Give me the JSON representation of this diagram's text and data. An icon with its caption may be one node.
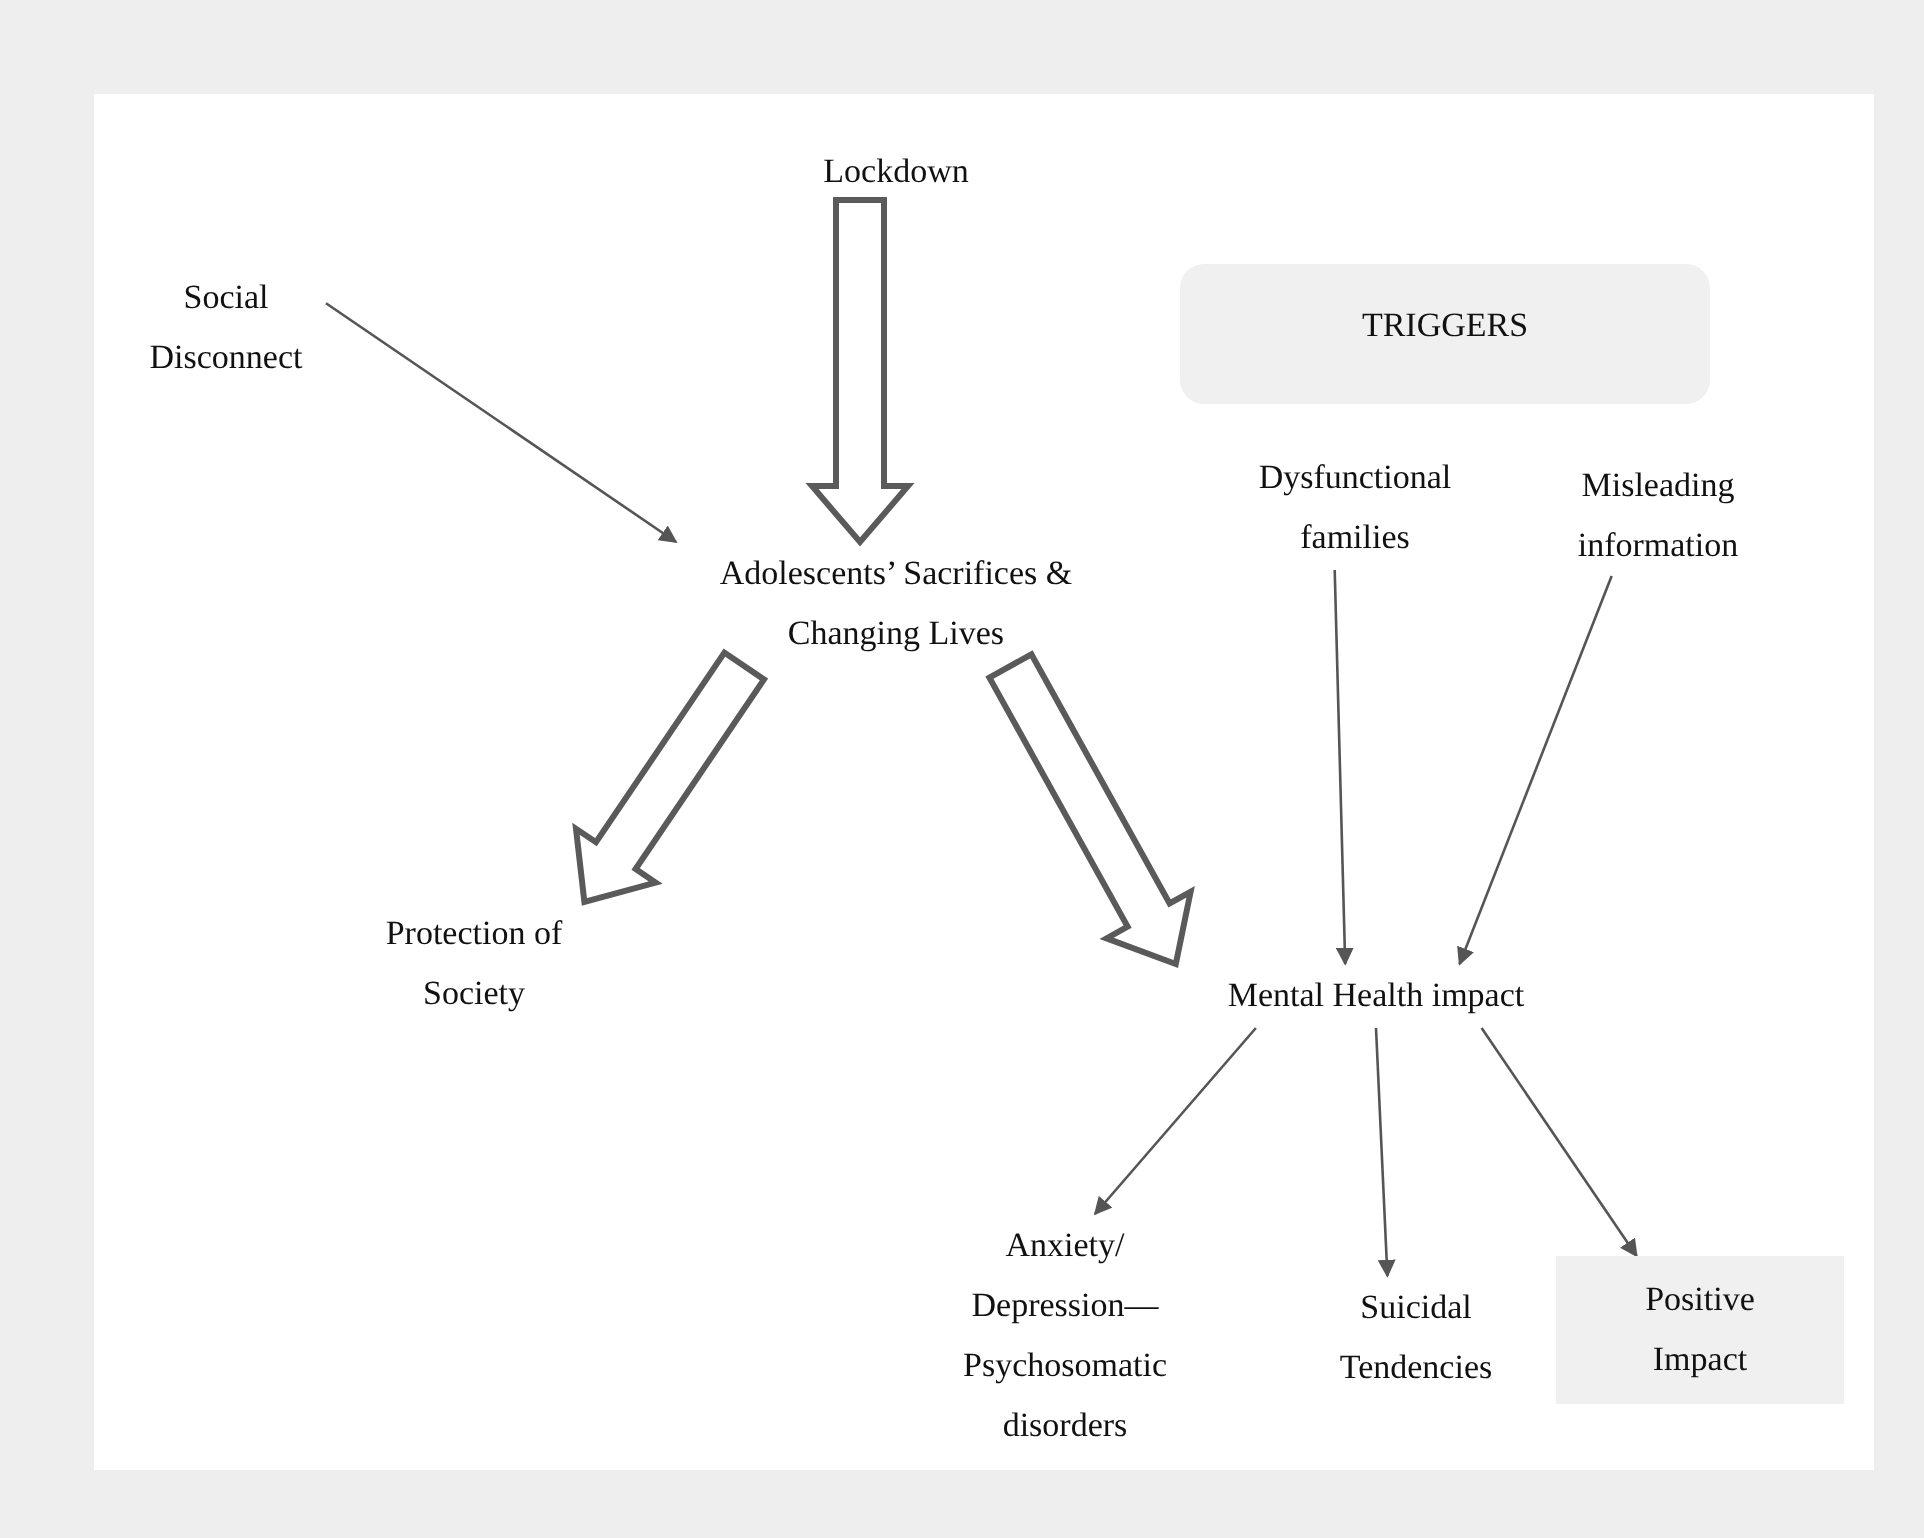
{
  "diagram": {
    "nodes": [
      {
        "text": [
          "Lockdown"
        ]
      },
      {
        "text": [
          "Social Disconnect"
        ]
      },
      {
        "text": [
          "TRIGGERS"
        ]
      },
      {
        "text": [
          "Dysfunctional families"
        ]
      },
      {
        "text": [
          "Misleading information"
        ]
      },
      {
        "text": [
          "Adolescents’ Sacrifices & Changing Lives"
        ]
      },
      {
        "text": [
          "Protection of Society"
        ]
      },
      {
        "text": [
          "Mental Health impact"
        ]
      },
      {
        "text": [
          "Anxiety/ Depression— Psychosomatic disorders"
        ]
      },
      {
        "text": [
          "Suicidal Tendencies"
        ]
      },
      {
        "text": [
          "Positive Impact"
        ]
      }
    ],
    "edges": [
      {
        "from": 0,
        "to": 5,
        "arrow": "to",
        "style": "thick"
      },
      {
        "from": 1,
        "to": 5,
        "arrow": "to"
      },
      {
        "from": 5,
        "to": 6,
        "arrow": "to",
        "style": "thick"
      },
      {
        "from": 5,
        "to": 7,
        "arrow": "to",
        "style": "thick"
      },
      {
        "from": 3,
        "to": 7,
        "arrow": "to"
      },
      {
        "from": 4,
        "to": 7,
        "arrow": "to"
      },
      {
        "from": 7,
        "to": 8,
        "arrow": "to"
      },
      {
        "from": 7,
        "to": 9,
        "arrow": "to"
      },
      {
        "from": 7,
        "to": 10,
        "arrow": "to"
      }
    ]
  }
}
